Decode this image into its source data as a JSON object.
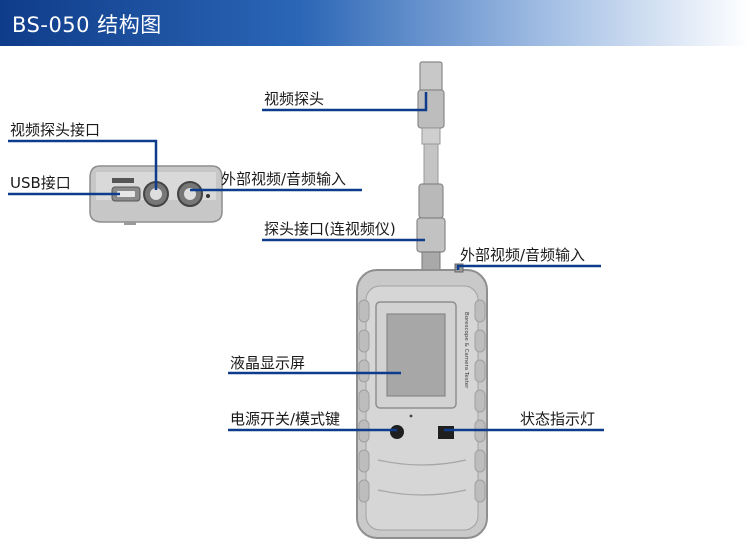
{
  "title": "BS-050 结构图",
  "labels": {
    "video_probe": "视频探头",
    "probe_jack": "视频探头接口",
    "usb": "USB接口",
    "ext_av_top": "外部视频/音频输入",
    "probe_connector": "探头接口(连视频仪)",
    "ext_av_right": "外部视频/音频输入",
    "lcd": "液晶显示屏",
    "power": "电源开关/模式键",
    "indicator": "状态指示灯"
  },
  "device_side_text": "Borescope & Camera Tester",
  "colors": {
    "accent": "#0f3c8a",
    "leader": "#0f3c8a",
    "device_body": "#c9c9c9",
    "device_edge": "#8f8f8f",
    "screen": "#a7a7a7"
  }
}
